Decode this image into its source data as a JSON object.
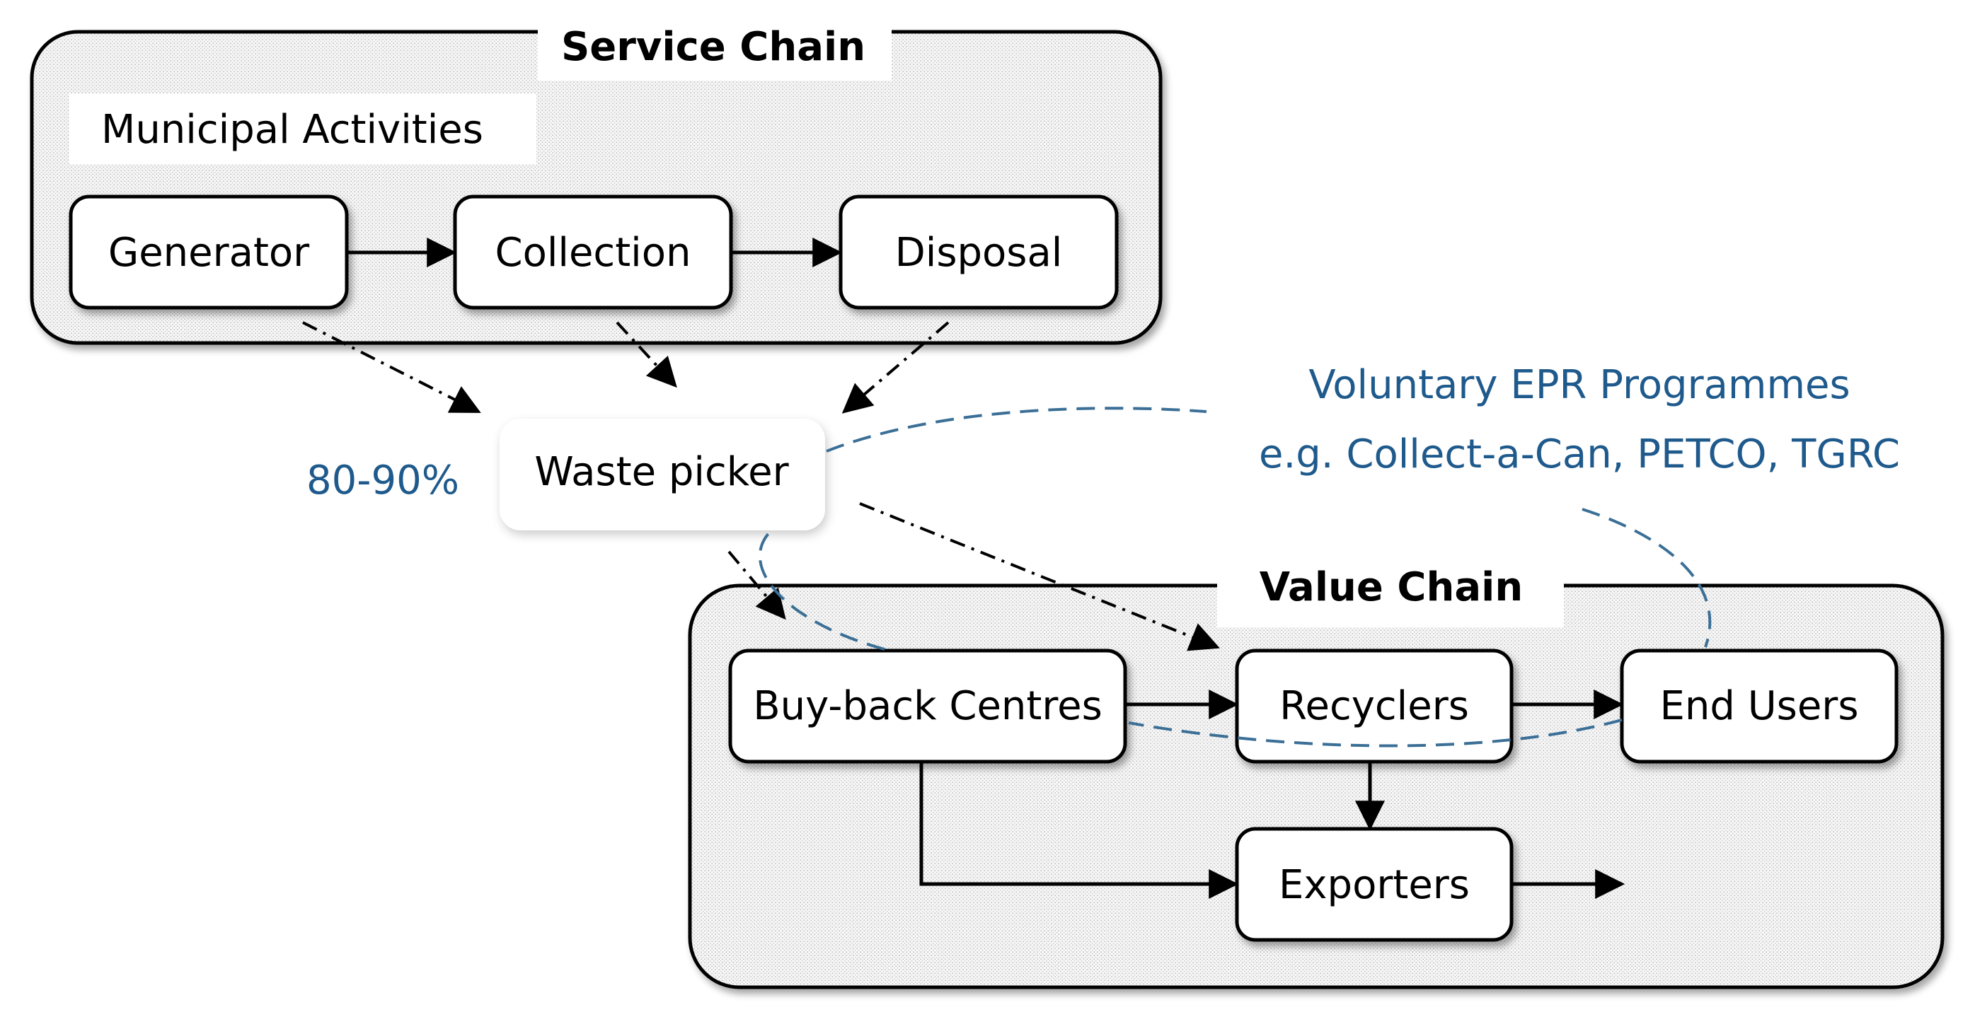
{
  "service_chain": {
    "title": "Service Chain",
    "subtitle": "Municipal Activities",
    "nodes": [
      "Generator",
      "Collection",
      "Disposal"
    ]
  },
  "waste_picker": {
    "label": "Waste picker",
    "share": "80-90%"
  },
  "epr": {
    "line1": "Voluntary EPR Programmes",
    "line2": "e.g. Collect-a-Can, PETCO, TGRC"
  },
  "value_chain": {
    "title": "Value Chain",
    "nodes": {
      "buyback": "Buy-back Centres",
      "recyclers": "Recyclers",
      "end_users": "End Users",
      "exporters": "Exporters"
    }
  },
  "colors": {
    "accent_blue": "#1f5a8c",
    "stroke": "#000000",
    "dashed_loop": "#3b6f96"
  }
}
